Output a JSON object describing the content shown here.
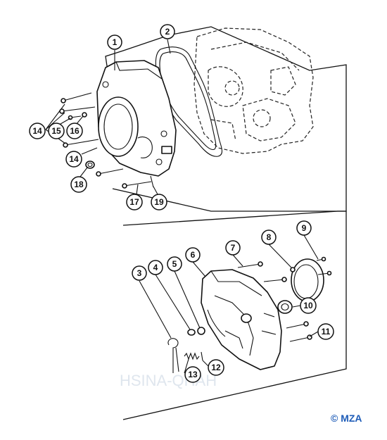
{
  "copyright": "© MZA",
  "colors": {
    "line": "#111111",
    "copyright": "#1f5db8"
  },
  "callouts": [
    "1",
    "2",
    "3",
    "4",
    "5",
    "6",
    "7",
    "8",
    "9",
    "10",
    "11",
    "12",
    "13",
    "14",
    "14",
    "15",
    "16",
    "17",
    "18",
    "19"
  ]
}
